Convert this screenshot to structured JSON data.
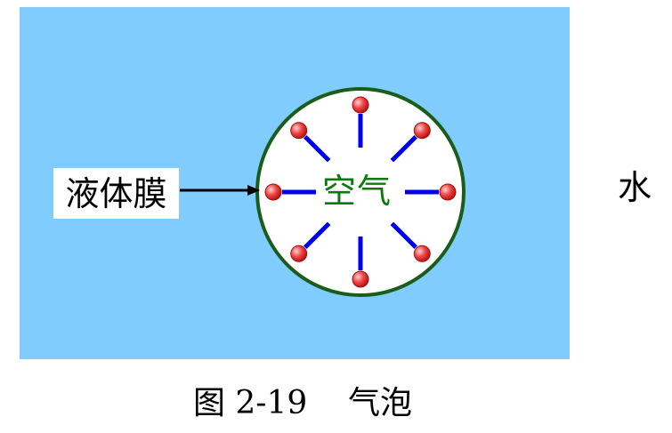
{
  "labels": {
    "water": "水",
    "liquid_film": "液体膜",
    "air": "空气"
  },
  "caption": {
    "figure_number": "图 2-19",
    "title": "气泡"
  },
  "colors": {
    "water": "#80ccff",
    "bubble_fill": "#ffffff",
    "bubble_border": "#1a5c1a",
    "molecule_tail": "#0000ee",
    "molecule_head": "#ee3333",
    "air_text": "#0a7a0a"
  },
  "molecules": [
    {
      "angle_deg": -90
    },
    {
      "angle_deg": -45
    },
    {
      "angle_deg": 0
    },
    {
      "angle_deg": 45
    },
    {
      "angle_deg": 90
    },
    {
      "angle_deg": 135
    },
    {
      "angle_deg": 180
    },
    {
      "angle_deg": 225
    }
  ]
}
